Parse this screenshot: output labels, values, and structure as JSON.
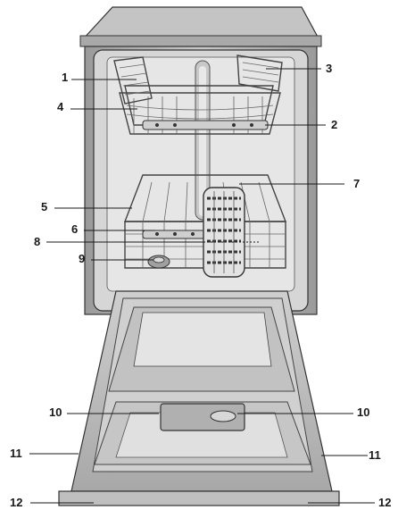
{
  "callouts": {
    "c1": "1",
    "c2": "2",
    "c3": "3",
    "c4": "4",
    "c5": "5",
    "c6": "6",
    "c7": "7",
    "c8": "8",
    "c9": "9",
    "c10_left": "10",
    "c10_right": "10",
    "c11_left": "11",
    "c11_right": "11",
    "c12_left": "12",
    "c12_right": "12"
  },
  "colors": {
    "body_gray": "#b5b5b5",
    "cavity_light": "#d9d9d9",
    "door_gray": "#bdbdbd",
    "outline": "#333333"
  }
}
